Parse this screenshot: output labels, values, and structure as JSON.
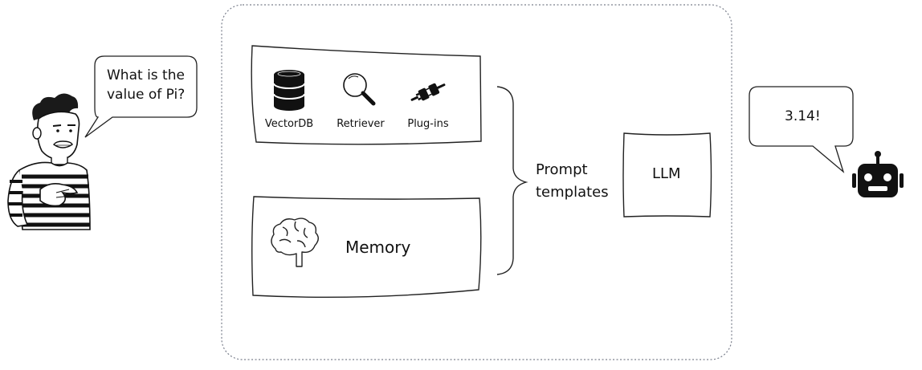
{
  "user": {
    "question": [
      "What is the",
      "value of Pi?"
    ]
  },
  "bot": {
    "answer": "3.14!"
  },
  "toolbox": {
    "tools": [
      {
        "label": "VectorDB",
        "icon": "database-icon"
      },
      {
        "label": "Retriever",
        "icon": "magnifier-icon"
      },
      {
        "label": "Plug-ins",
        "icon": "plug-icon"
      }
    ]
  },
  "memory": {
    "label": "Memory",
    "icon": "brain-icon"
  },
  "prompt": {
    "label": [
      "Prompt",
      "templates"
    ]
  },
  "llm": {
    "label": "LLM"
  },
  "colors": {
    "stroke": "#222222",
    "frame": "#7a7f8c",
    "icon": "#111111"
  }
}
